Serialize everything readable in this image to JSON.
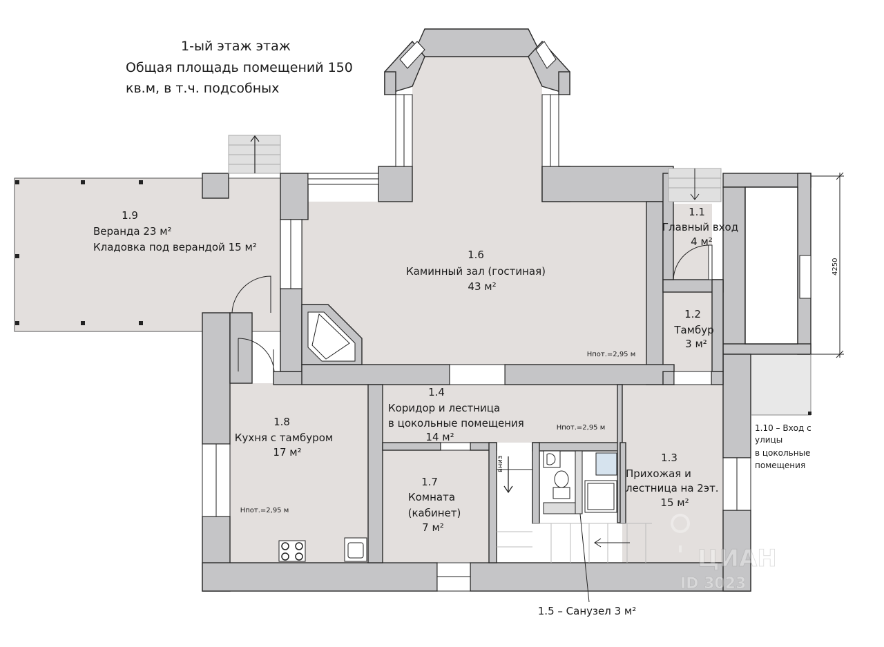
{
  "title": {
    "line1": "1-ый этаж этаж",
    "line2": "Общая площадь помещений 150",
    "line3": "кв.м, в т.ч. подсобных"
  },
  "rooms": {
    "r1_1": {
      "num": "1.1",
      "name": "Главный вход",
      "area": "4 м²"
    },
    "r1_2": {
      "num": "1.2",
      "name": "Тамбур",
      "area": "3 м²"
    },
    "r1_3": {
      "num": "1.3",
      "name1": "Прихожая и",
      "name2": "лестница на 2эт.",
      "area": "15 м²"
    },
    "r1_4": {
      "num": "1.4",
      "name1": "Коридор и лестница",
      "name2": "в цокольные помещения",
      "area": "14 м²"
    },
    "r1_5": {
      "label": "1.5 – Санузел 3 м²"
    },
    "r1_6": {
      "num": "1.6",
      "name": "Каминный зал (гостиная)",
      "area": "43 м²"
    },
    "r1_7": {
      "num": "1.7",
      "name1": "Комната",
      "name2": "(кабинет)",
      "area": "7 м²"
    },
    "r1_8": {
      "num": "1.8",
      "name": "Кухня с тамбуром",
      "area": "17 м²"
    },
    "r1_9": {
      "num": "1.9",
      "name1": "Веранда 23 м²",
      "name2": "Кладовка под верандой 15 м²"
    },
    "r1_10": {
      "line1": "1.10 – Вход с",
      "line2": "улицы",
      "line3": "в цокольные",
      "line4": "помещения"
    }
  },
  "heights": {
    "h_living": "Нпот.=2,95 м",
    "h_corridor": "Нпот.=2,95 м",
    "h_kitchen": "Нпот.=2,95 м"
  },
  "stairs_down": "вниз",
  "dimension": "4250",
  "watermark": {
    "brand": "ЦИАН",
    "id": "ID 3023"
  },
  "colors": {
    "wall": "#c5c5c7",
    "room": "#e3dfdd"
  }
}
